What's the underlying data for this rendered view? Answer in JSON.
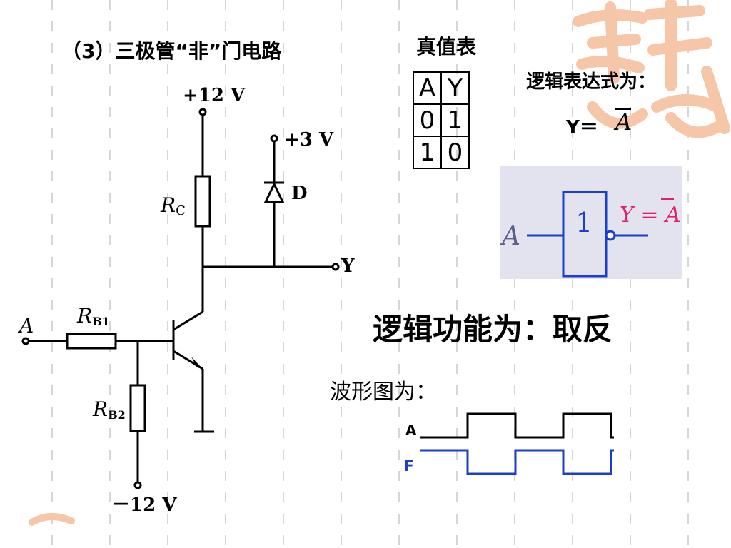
{
  "slide": {
    "title": "（3）三极管“非”门电路",
    "truth_table": {
      "title": "真值表",
      "headers": [
        "A",
        "Y"
      ],
      "rows": [
        [
          "0",
          "1"
        ],
        [
          "1",
          "0"
        ]
      ]
    },
    "expression": {
      "label": "逻辑表达式为：",
      "lhs": "Y＝",
      "rhs": "A"
    },
    "gate_symbol": {
      "input": "A",
      "gate_label": "1",
      "output": "Y = A"
    },
    "function_text": "逻辑功能为：取反",
    "waveform": {
      "title": "波形图为：",
      "input_label": "A",
      "output_label": "F",
      "input_levels": [
        0,
        1,
        0,
        1,
        0
      ],
      "output_levels": [
        1,
        0,
        1,
        0,
        1
      ]
    },
    "circuit": {
      "vcc": "+12 V",
      "vd": "+3 V",
      "vee": "－12 V",
      "rc": "R",
      "rc_sub": "C",
      "rb1": "R",
      "rb1_sub": "B1",
      "rb2": "R",
      "rb2_sub": "B2",
      "diode": "D",
      "input": "A",
      "output": "Y"
    }
  },
  "colors": {
    "gate_blue": "#1a3fd0",
    "pink": "#e0226e",
    "wave_black": "#000000",
    "wave_blue": "#1a3fd0",
    "decor_orange": "#f5c7a8"
  }
}
